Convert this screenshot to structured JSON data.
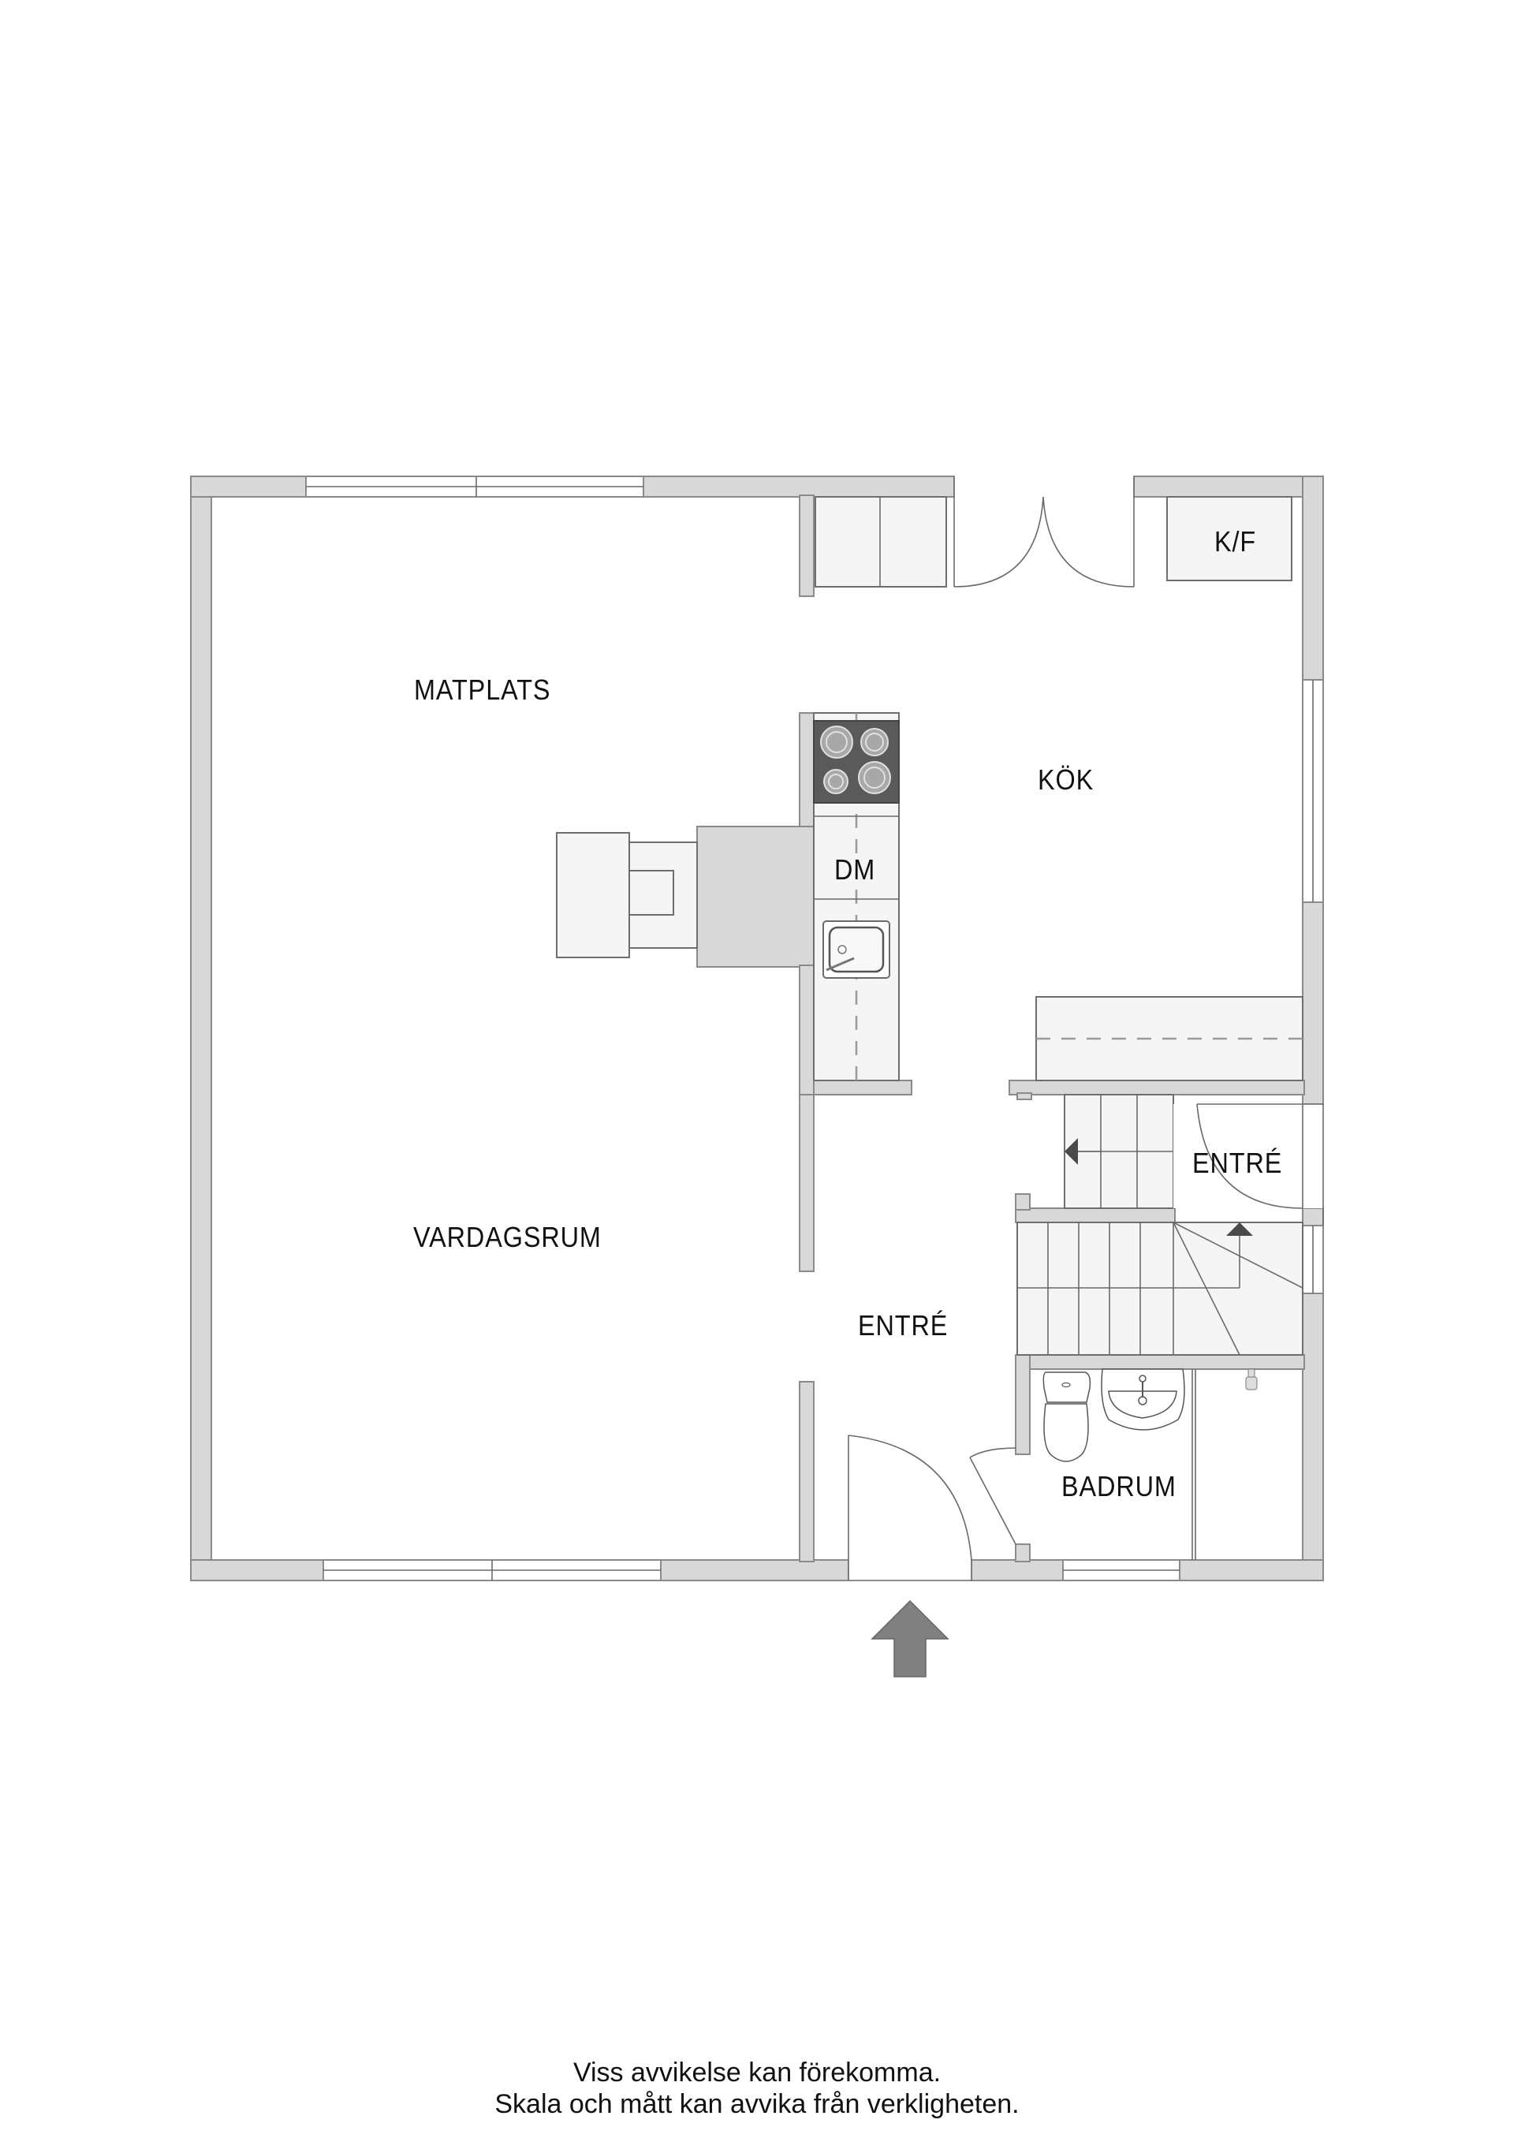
{
  "plan": {
    "rooms": {
      "matplats": "MATPLATS",
      "kok": "KÖK",
      "vardagsrum": "VARDAGSRUM",
      "entre_main": "ENTRÉ",
      "entre_upper": "ENTRÉ",
      "badrum": "BADRUM"
    },
    "fixtures": {
      "fridge_freezer": "K/F",
      "dishwasher": "DM"
    },
    "colors": {
      "wall": "#d8d8d8",
      "fixture": "#f5f5f5",
      "stove": "#5a5a5a",
      "entrance_arrow": "#808080",
      "stair_arrow": "#4a4a4a"
    }
  },
  "footer": {
    "line1": "Viss avvikelse kan förekomma.",
    "line2": "Skala och mått kan avvika från verkligheten."
  }
}
